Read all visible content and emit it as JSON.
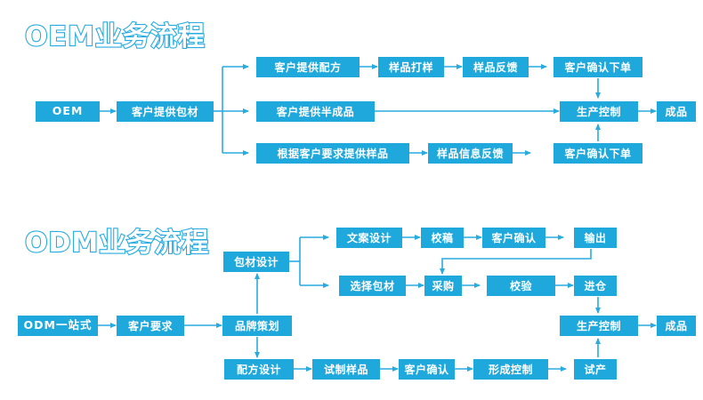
{
  "page": {
    "background": "#ffffff",
    "accent_color": "#1FA8DC",
    "line_color": "#29ABE2",
    "text_color": "#ffffff"
  },
  "sections": [
    {
      "id": "oem",
      "title": "OEM业务流程",
      "nodes": {
        "start": "OEM",
        "packaging": "客户提供包材",
        "row1": [
          "客户提供配方",
          "样品打样",
          "样品反馈",
          "客户确认下单"
        ],
        "row2": [
          "客户提供半成品"
        ],
        "row3": [
          "根据客户要求提供样品",
          "样品信息反馈",
          "客户确认下单"
        ],
        "production": "生产控制",
        "finished": "成品"
      }
    },
    {
      "id": "odm",
      "title": "ODM业务流程",
      "nodes": {
        "start": "ODM一站式",
        "requirement": "客户要求",
        "planning": "品牌策划",
        "package_design": "包材设计",
        "row1": [
          "文案设计",
          "校稿",
          "客户确认",
          "输出"
        ],
        "row2": [
          "选择包材",
          "采购",
          "校验",
          "进仓"
        ],
        "row3": [
          "配方设计",
          "试制样品",
          "客户确认",
          "形成控制",
          "试产"
        ],
        "production": "生产控制",
        "finished": "成品"
      }
    }
  ],
  "chart_data": {
    "type": "diagram",
    "title": "OEM / ODM 业务流程图",
    "diagrams": [
      {
        "name": "OEM业务流程",
        "nodes": [
          "OEM",
          "客户提供包材",
          "客户提供配方",
          "样品打样",
          "样品反馈",
          "客户确认下单",
          "客户提供半成品",
          "根据客户要求提供样品",
          "样品信息反馈",
          "客户确认下单",
          "生产控制",
          "成品"
        ],
        "edges": [
          [
            "OEM",
            "客户提供包材"
          ],
          [
            "客户提供包材",
            "客户提供配方"
          ],
          [
            "客户提供包材",
            "客户提供半成品"
          ],
          [
            "客户提供包材",
            "根据客户要求提供样品"
          ],
          [
            "客户提供配方",
            "样品打样"
          ],
          [
            "样品打样",
            "样品反馈"
          ],
          [
            "样品反馈",
            "客户确认下单"
          ],
          [
            "客户确认下单",
            "生产控制"
          ],
          [
            "客户提供半成品",
            "生产控制"
          ],
          [
            "根据客户要求提供样品",
            "样品信息反馈"
          ],
          [
            "样品信息反馈",
            "客户确认下单"
          ],
          [
            "客户确认下单",
            "生产控制"
          ],
          [
            "生产控制",
            "成品"
          ]
        ]
      },
      {
        "name": "ODM业务流程",
        "nodes": [
          "ODM一站式",
          "客户要求",
          "品牌策划",
          "包材设计",
          "文案设计",
          "校稿",
          "客户确认",
          "输出",
          "选择包材",
          "采购",
          "校验",
          "进仓",
          "配方设计",
          "试制样品",
          "客户确认",
          "形成控制",
          "试产",
          "生产控制",
          "成品"
        ],
        "edges": [
          [
            "ODM一站式",
            "客户要求"
          ],
          [
            "客户要求",
            "品牌策划"
          ],
          [
            "品牌策划",
            "包材设计"
          ],
          [
            "品牌策划",
            "配方设计"
          ],
          [
            "包材设计",
            "文案设计"
          ],
          [
            "包材设计",
            "选择包材"
          ],
          [
            "文案设计",
            "校稿"
          ],
          [
            "校稿",
            "客户确认"
          ],
          [
            "客户确认",
            "输出"
          ],
          [
            "输出",
            "采购"
          ],
          [
            "选择包材",
            "采购"
          ],
          [
            "采购",
            "校验"
          ],
          [
            "校验",
            "进仓"
          ],
          [
            "进仓",
            "生产控制"
          ],
          [
            "配方设计",
            "试制样品"
          ],
          [
            "试制样品",
            "客户确认"
          ],
          [
            "客户确认",
            "形成控制"
          ],
          [
            "形成控制",
            "试产"
          ],
          [
            "试产",
            "生产控制"
          ],
          [
            "生产控制",
            "成品"
          ]
        ]
      }
    ]
  }
}
